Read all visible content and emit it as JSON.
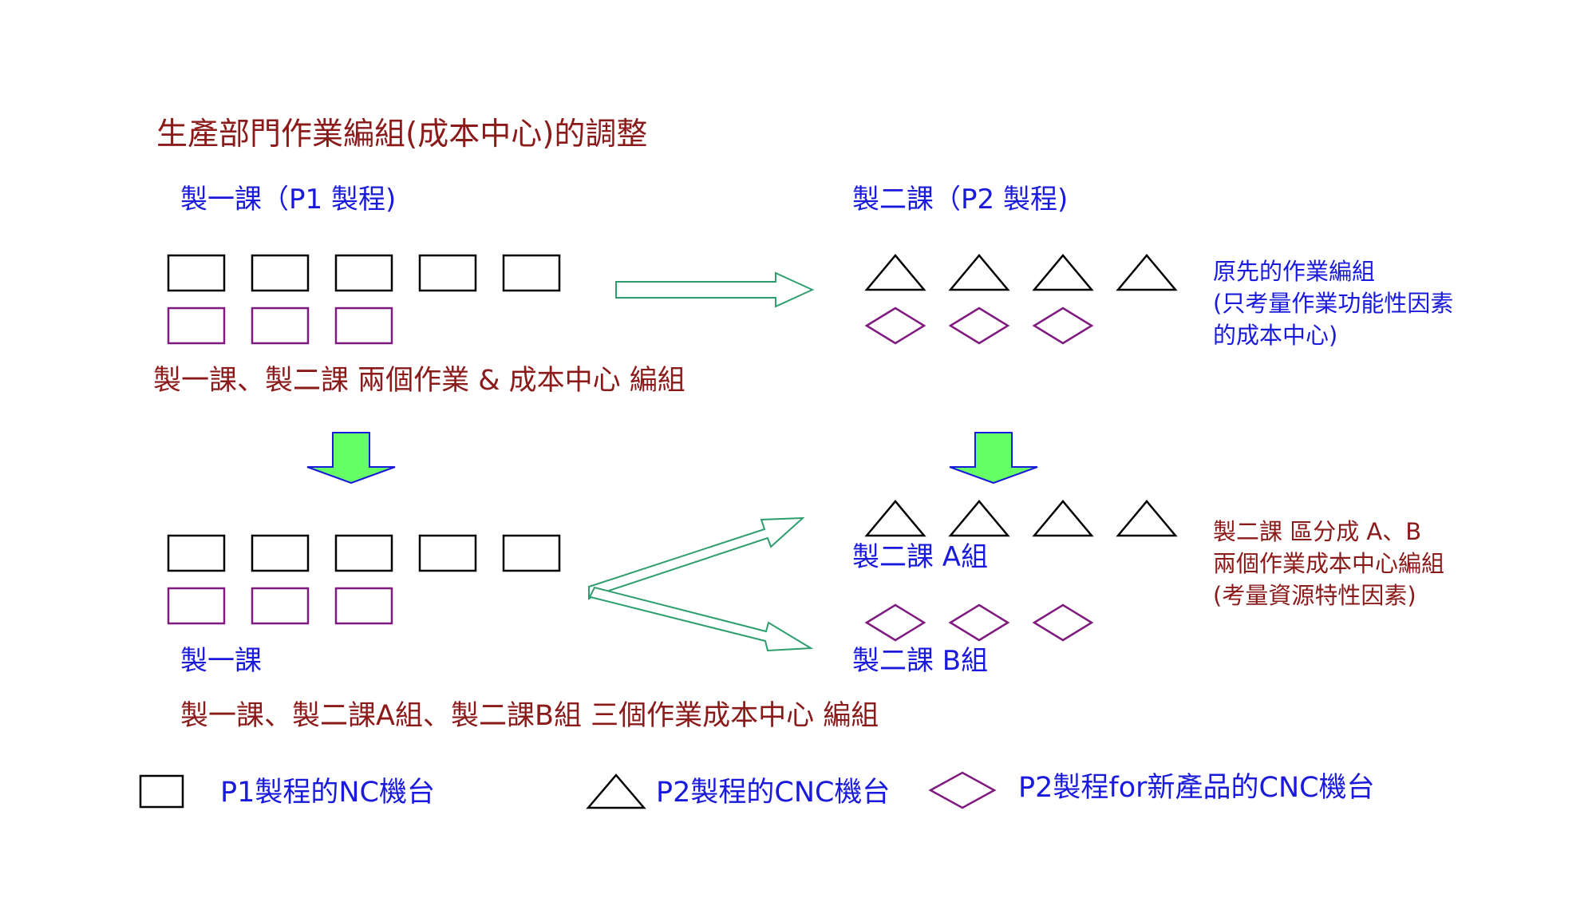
{
  "colors": {
    "title": "#8b1a1a",
    "blue_text": "#1a1adc",
    "dark_red_text": "#8b1a1a",
    "rect_black": "#000000",
    "rect_purple": "#7f1a7f",
    "triangle": "#000000",
    "diamond": "#7f1a7f",
    "outline_arrow": "#2e9e6e",
    "block_arrow_fill": "#66ff66",
    "block_arrow_edge": "#1a1adc"
  },
  "title": "生產部門作業編組(成本中心)的調整",
  "top": {
    "left_header": "製一課（P1 製程)",
    "right_header": "製二課（P2 製程)",
    "caption": "製一課、製二課 兩個作業 & 成本中心 編組",
    "note_lines": [
      "原先的作業編組",
      "(只考量作業功能性因素",
      "的成本中心)"
    ]
  },
  "bottom": {
    "left_label": "製一課",
    "group_a_label": "製二課 A組",
    "group_b_label": "製二課 B組",
    "caption": "製一課、製二課A組、製二課B組 三個作業成本中心 編組",
    "note_lines": [
      "製二課 區分成 A、B",
      "兩個作業成本中心編組",
      "(考量資源特性因素)"
    ]
  },
  "legend": {
    "rect_label": "P1製程的NC機台",
    "triangle_label": "P2製程的CNC機台",
    "diamond_label": "P2製程for新產品的CNC機台"
  },
  "icons": {
    "nc_machine": "rectangle-icon",
    "cnc_machine": "triangle-icon",
    "new_product_cnc": "diamond-icon",
    "flow": "arrow-right-outline-icon",
    "step_down": "arrow-down-block-icon"
  }
}
